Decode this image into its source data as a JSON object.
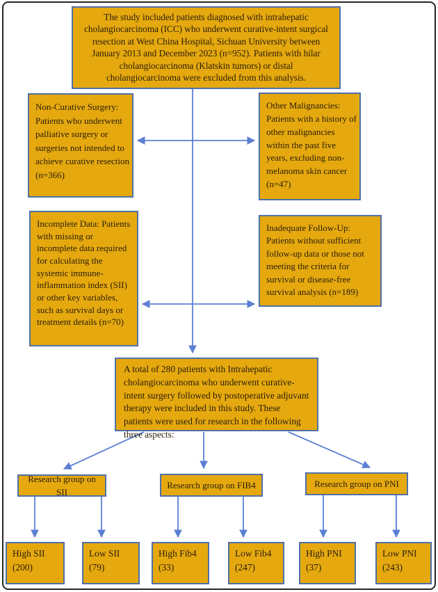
{
  "colors": {
    "box_fill": "#e5a90f",
    "box_border": "#4f6fa8",
    "arrow": "#5b7fd4",
    "frame": "#262626",
    "text": "#2b1d08"
  },
  "boxes": {
    "inclusion_criteria": "The study included patients diagnosed with intrahepatic cholangiocarcinoma (ICC) who underwent curative-intent surgical resection at West China Hospital, Sichuan University between January 2013 and December 2023 (n=952). Patients with hilar cholangiocarcinoma (Klatskin tumors) or distal cholangiocarcinoma were excluded from this analysis.",
    "non_curative_surgery": "Non-Curative Surgery: Patients who underwent palliative surgery or surgeries not intended to achieve curative resection (n=366)",
    "other_malignancies": "Other Malignancies: Patients with a history of other malignancies within the past five years, excluding non-melanoma skin cancer (n=47)",
    "incomplete_data": "Incomplete Data: Patients with missing or incomplete data required for calculating the systemic immune-inflammation index (SII) or other key variables, such as survival days or treatment details (n=70)",
    "inadequate_follow_up": "Inadequate Follow-Up: Patients without sufficient follow-up data or those not meeting the criteria for survival or disease-free survival analysis (n=189)",
    "final_cohort": "A total of 280 patients with Intrahepatic cholangiocarcinoma who underwent curative-intent surgery followed by postoperative adjuvant therapy were included in this study. These patients were used for research in the following three aspects:"
  },
  "research_groups": [
    "Research group on SII",
    "Research group on FIB4",
    "Research group on PNI"
  ],
  "outcome_boxes": [
    {
      "label": "High SII",
      "count": "(200)"
    },
    {
      "label": "Low SII",
      "count": "(79)"
    },
    {
      "label": "High Fib4",
      "count": "(33)"
    },
    {
      "label": "Low Fib4",
      "count": "(247)"
    },
    {
      "label": "High PNI",
      "count": "(37)"
    },
    {
      "label": "Low PNI",
      "count": "(243)"
    }
  ]
}
